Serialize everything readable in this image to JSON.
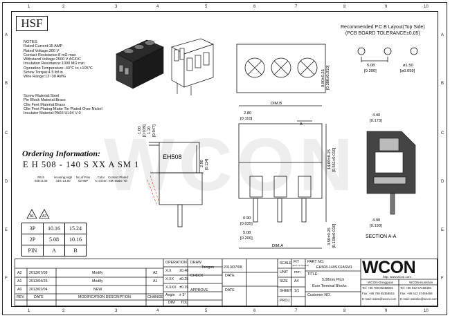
{
  "zones": {
    "columns": [
      "1",
      "2",
      "3",
      "4",
      "5",
      "6",
      "7",
      "8",
      "9",
      "10"
    ],
    "rows": [
      "A",
      "B",
      "C",
      "D",
      "E",
      "F"
    ]
  },
  "logo": "HSF",
  "watermark": "WCON",
  "notes": {
    "title": "NOTES:",
    "lines": [
      "Rated Current:15 AMP",
      "Rated Voltage:300 V",
      "Contact Resistance:8 mΩ max",
      "Withstand Voltage:2500 V AC/DC",
      "Insulation Resistance:1000 MΩ min",
      "Operation Temperature:-40℃ to +105℃",
      "Screw Torque:4.5  lbf.in",
      "Wire Range:12~30 AWG"
    ]
  },
  "materials": [
    "Screw Material:Steel",
    "Pin Block Material:Brass",
    "Clte Feet Material:Brass",
    "Clte Feet Plating:Matte Tin Plated   Over Nickel",
    "Insulator Material:PA66 UL94 V-0"
  ],
  "ordering": {
    "title": "Ordering Information:",
    "code": "E H 508 - 140 S XX A SM 1",
    "labels": {
      "pitch": [
        "Pitch",
        "508=5.08"
      ],
      "housing": [
        "Housing High",
        "140=14.00"
      ],
      "pins": [
        "No.of Pins",
        "02-85P"
      ],
      "color": [
        "Color",
        "A=Green"
      ],
      "finish": [
        "Contact Plated",
        "SM=Matte Tin"
      ]
    },
    "marks": [
      "A1",
      "A2"
    ]
  },
  "pin_table": {
    "rows": [
      [
        "3P",
        "10.16",
        "15.24"
      ],
      [
        "2P",
        "5.08",
        "10.16"
      ],
      [
        "PIN",
        "A",
        "B"
      ]
    ]
  },
  "drawing": {
    "side_labels": [
      "1.00",
      "[0.039]",
      "1.20",
      "[0.047]",
      "EH508",
      "2.90",
      "[0.114]"
    ],
    "front_labels": {
      "dimB": "DIM.B",
      "w280": "2.80",
      "w280in": "[0.110]",
      "h980": "9.80±0.25",
      "h980in": "[0.386±0.010]",
      "h1400": "14.00±0.25",
      "h1400in": "[0.551±0.010]",
      "h350": "3.50±0.25",
      "h350in": "[0.138±0.010]",
      "w090": "0.90",
      "w090in": "[0.035]",
      "w508": "5.08",
      "w508in": "[0.200]",
      "dimA": "DIM.A",
      "secA": "A"
    },
    "recommended": {
      "line1": "Recommended P.C.B Layout(Top Side)",
      "line2": "(PCB BOARD TOLERANCE±0.05)",
      "pitch": "5.08",
      "pitch_in": "[0.200]",
      "hole": "ø1.50",
      "hole_in": "[ø0.059]"
    },
    "section": {
      "w440": "4.40",
      "w440in": "[0.173]",
      "w490": "4.90",
      "w490in": "[0.193]",
      "title": "SECTION A-A"
    }
  },
  "title_block": {
    "revisions": [
      {
        "rev": "A2",
        "date": "2013/07/08",
        "desc": "Modify",
        "mark": "A2"
      },
      {
        "rev": "A1",
        "date": "2013/04/25",
        "desc": "Modify",
        "mark": "A1"
      },
      {
        "rev": "A0",
        "date": "2013/02/04",
        "desc": "NEW",
        "mark": ""
      }
    ],
    "rev_head": "REV",
    "date_head": "DATE",
    "desc_head": "MODIFICATION DESCRIPTION",
    "change_head": "CHANGE",
    "operation": "OPERATION",
    "tol": [
      [
        "X.X",
        "±0.40"
      ],
      [
        "X.XX",
        "±0.25"
      ],
      [
        "X.XXX",
        "±0.15"
      ],
      [
        "Angle",
        "± 3°"
      ],
      [
        "DIM",
        "TOL"
      ]
    ],
    "draw": "DRAW",
    "drawer": "Tsingan",
    "draw_date": "2013/07/08",
    "check": "CHECK",
    "approve": "APPROVE",
    "date": "DATE",
    "scale": "SCALE",
    "scale_val": "FIT",
    "scale_val2": "(NOT TO SCALE)",
    "unit": "UNIT",
    "unit_val": "mm",
    "size": "SIZE",
    "size_val": "A4",
    "sheet": "SHEET",
    "sheet_val": "1/1",
    "proj": "PROJ.",
    "part_no_label": "PART NO.",
    "part_no": "EH508-140SXXASM1",
    "title_label": "TITLE:",
    "title_l1": "5.08mm Pitch",
    "title_l2": "Euro Terminal Blocks",
    "customer": "Customer NO.",
    "company": "WCON",
    "http": "http: www.wcon.com",
    "office1": "WCON-Dongguan",
    "office2": "WCON-Kunshan",
    "tel1": "Tel: +86 769 85358925",
    "tel2": "Tel: +86 512 57468408",
    "fax1": "Fax: +86 769 85358915",
    "fax2": "Fax: +86 512 57469468",
    "mail1": "E-mail: sales@wcon.com",
    "mail2": "E-mail: salesks@wcon.com"
  }
}
